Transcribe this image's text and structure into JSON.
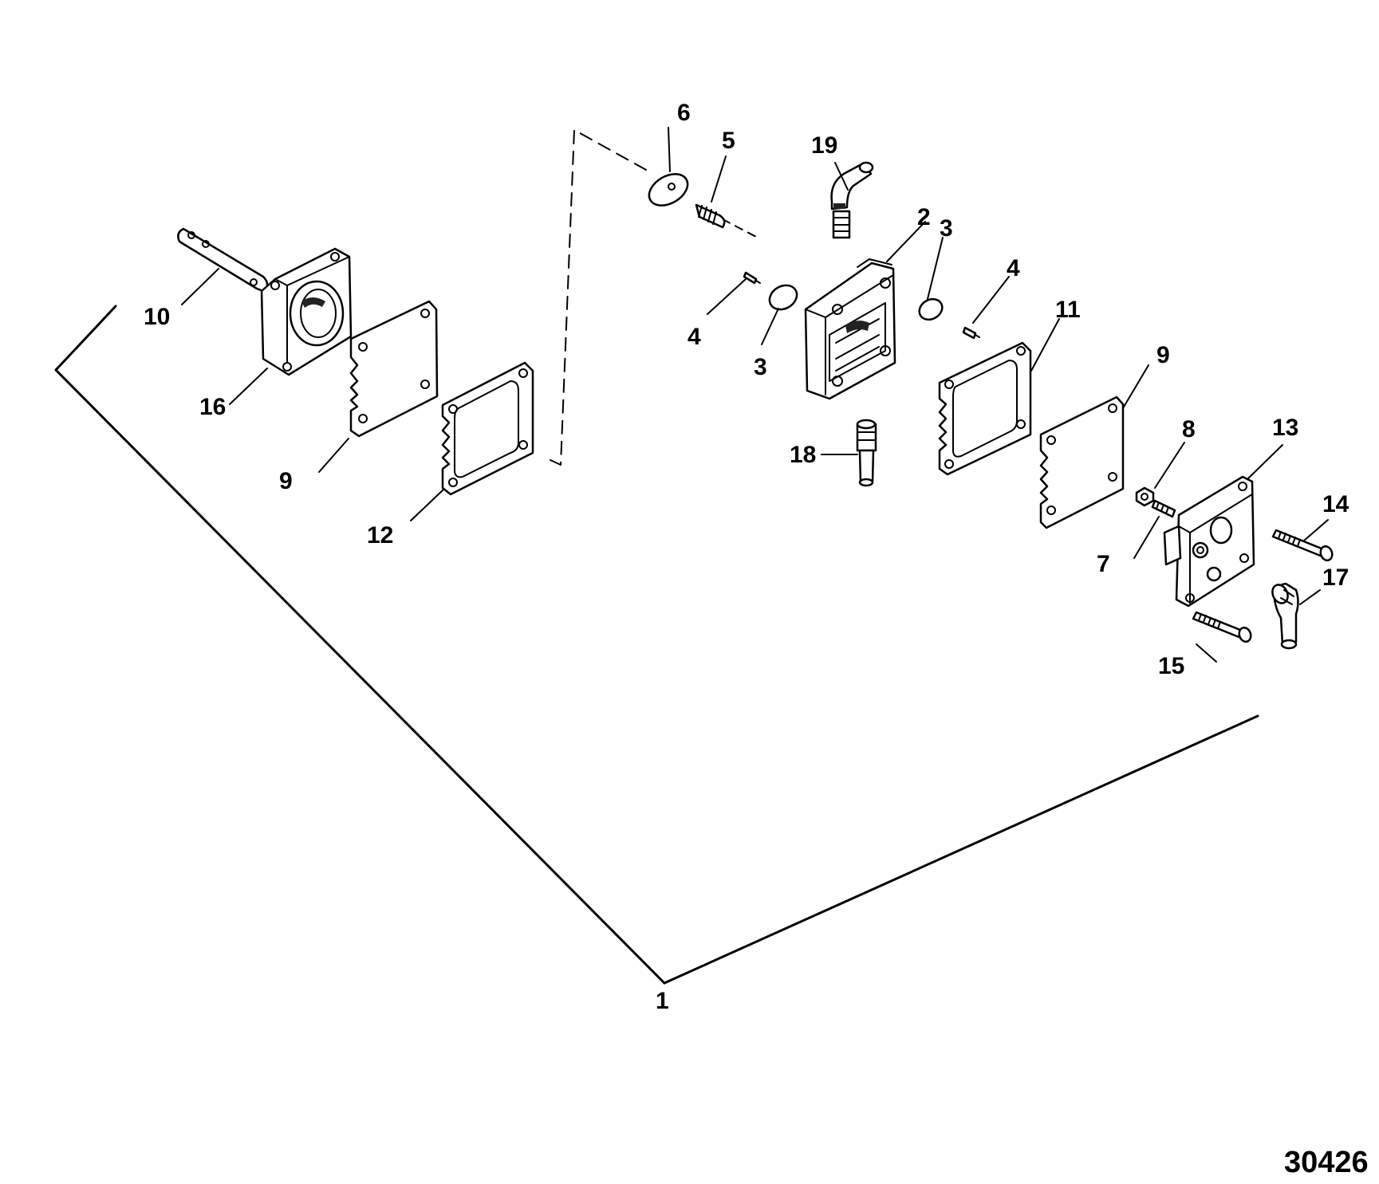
{
  "figure_number": "30426",
  "callouts": {
    "c1": "1",
    "c2": "2",
    "c3a": "3",
    "c3b": "3",
    "c4a": "4",
    "c4b": "4",
    "c5": "5",
    "c6": "6",
    "c7": "7",
    "c8": "8",
    "c9a": "9",
    "c9b": "9",
    "c10": "10",
    "c11": "11",
    "c12": "12",
    "c13": "13",
    "c14": "14",
    "c15": "15",
    "c16": "16",
    "c17": "17",
    "c18": "18",
    "c19": "19"
  }
}
